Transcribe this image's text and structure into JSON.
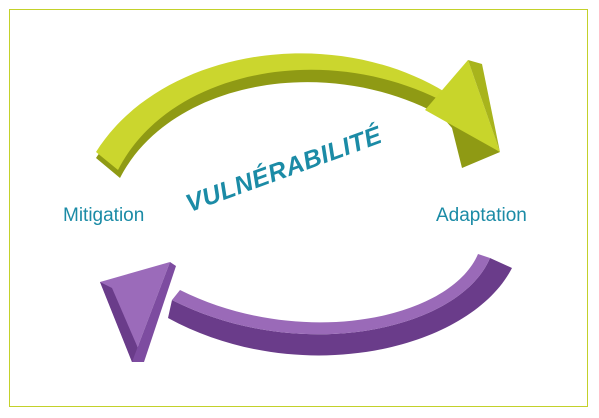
{
  "diagram": {
    "left_label": "Mitigation",
    "right_label": "Adaptation",
    "center_label": "VULNÉRABILITÉ"
  },
  "colors": {
    "frame": "#c3d12a",
    "green_arrow_top": "#cbd62e",
    "green_arrow_side": "#8f9a14",
    "purple_arrow_top": "#9a6ab8",
    "purple_arrow_side": "#6a3c8a",
    "text": "#1b8ba6"
  }
}
